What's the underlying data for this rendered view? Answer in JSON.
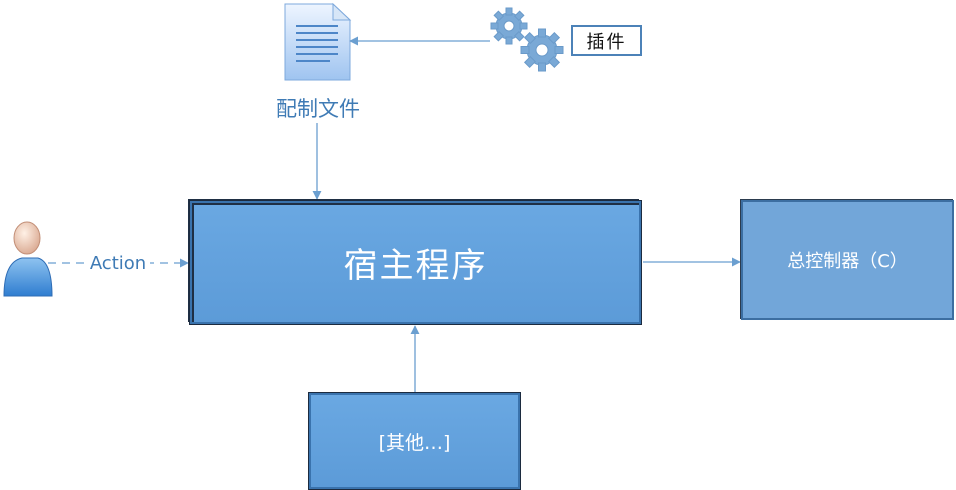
{
  "nodes": {
    "host": "宿主程序",
    "controller": "总控制器（C）",
    "other": "[其他…]",
    "config": "配制文件",
    "plugin": "插件",
    "action": "Action"
  },
  "icons": {
    "config": "document-icon",
    "plugin": "gears-icon",
    "user": "user-icon"
  },
  "colors": {
    "box_fill": "#5fa0dd",
    "box_border": "#3a73ad",
    "controller_fill": "#72a6d9",
    "connector": "#6b9fd0",
    "label_text": "#3f7bb5",
    "gear": "#7aa9d6"
  }
}
